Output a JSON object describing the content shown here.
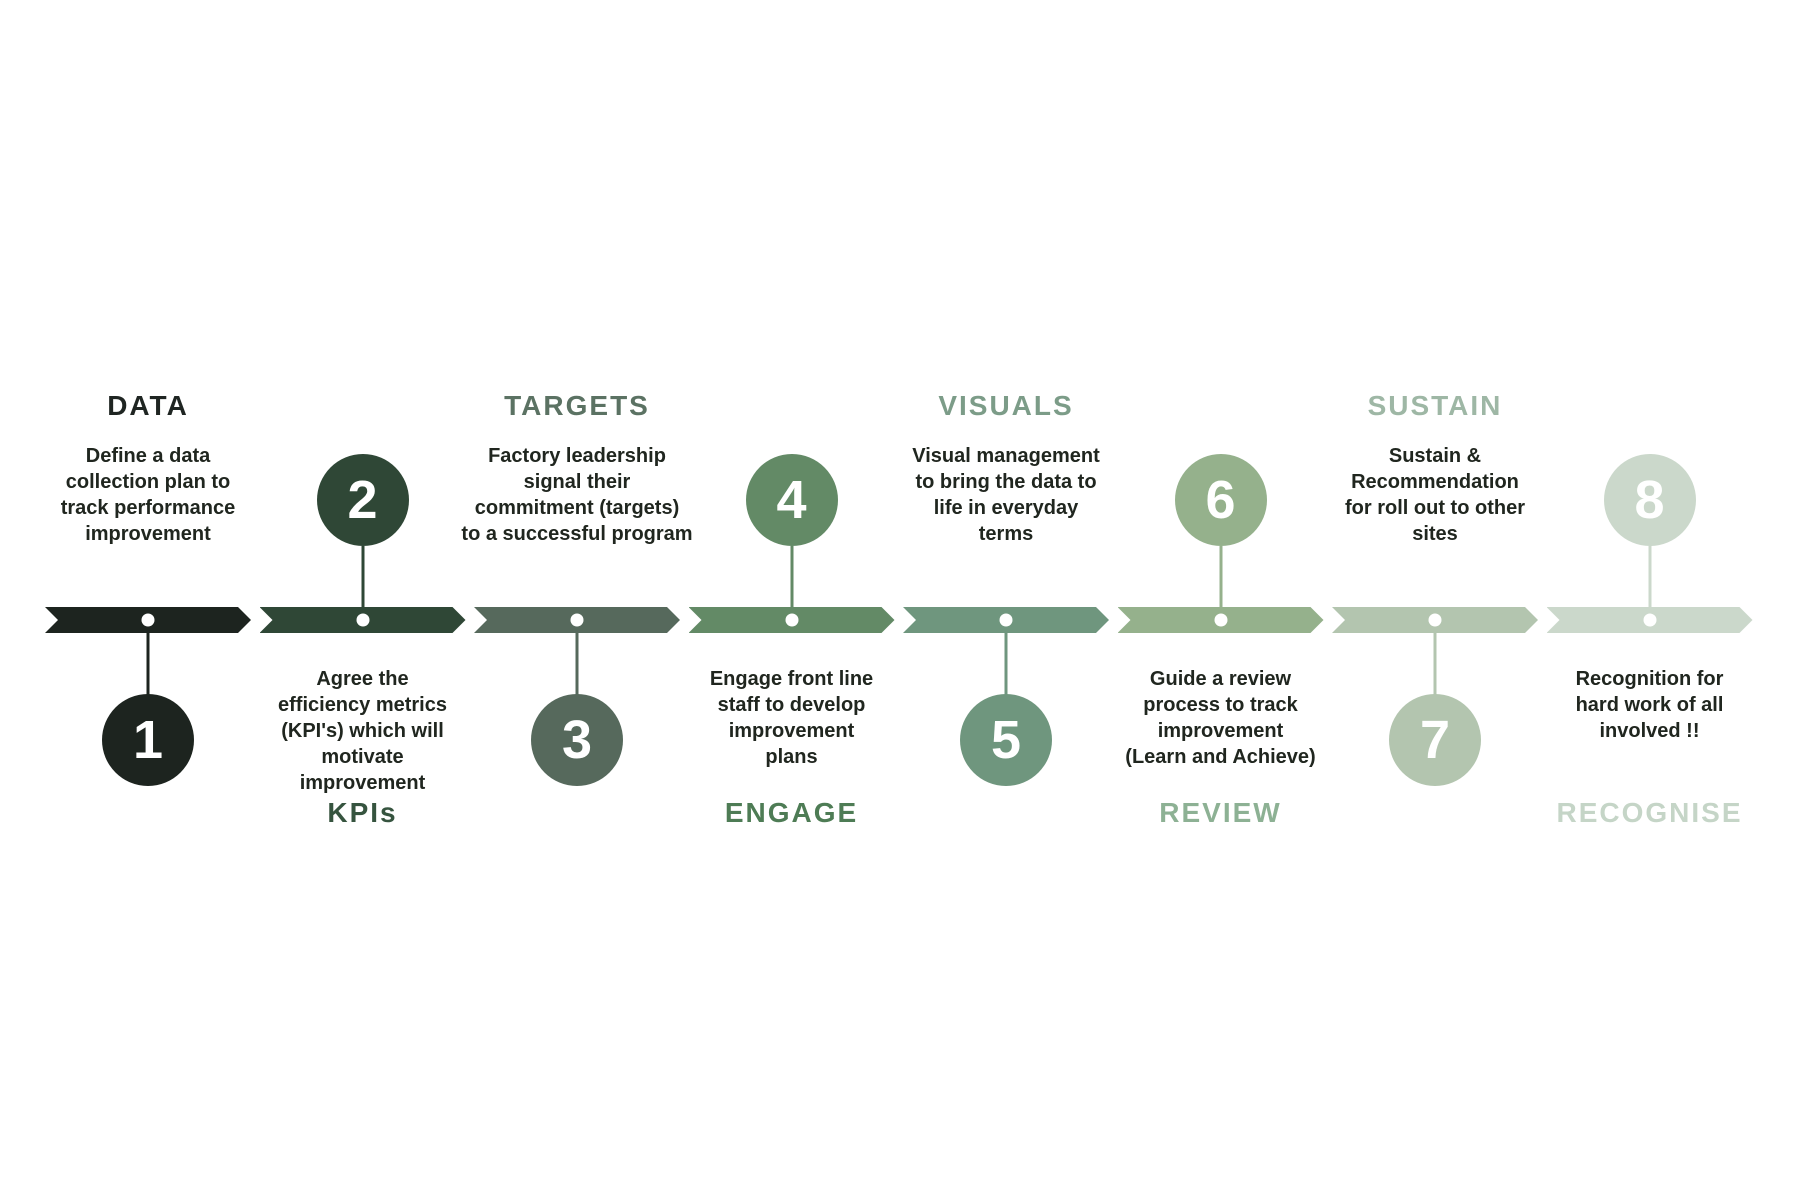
{
  "diagram": {
    "background_color": "#ffffff",
    "band_dot_color": "#ffffff",
    "number_text_color": "#ffffff",
    "description_text_color": "#20261f",
    "steps": [
      {
        "number": "1",
        "title": "DATA",
        "title_position": "top",
        "description_lines": [
          "Define a data",
          "collection plan to",
          "track performance",
          "improvement"
        ],
        "color": "#1d241f",
        "title_color": "#1f2522"
      },
      {
        "number": "2",
        "title": "KPIs",
        "title_position": "bottom",
        "description_lines": [
          "Agree the",
          "efficiency metrics",
          "(KPI's) which will",
          "motivate",
          "improvement"
        ],
        "color": "#2f4736",
        "title_color": "#36543f"
      },
      {
        "number": "3",
        "title": "TARGETS",
        "title_position": "top",
        "description_lines": [
          "Factory leadership",
          "signal their",
          "commitment (targets)",
          "to a successful program"
        ],
        "color": "#56695c",
        "title_color": "#5b7263"
      },
      {
        "number": "4",
        "title": "ENGAGE",
        "title_position": "bottom",
        "description_lines": [
          "Engage front line",
          "staff to develop",
          "improvement",
          "plans"
        ],
        "color": "#638a66",
        "title_color": "#4e7c55"
      },
      {
        "number": "5",
        "title": "VISUALS",
        "title_position": "top",
        "description_lines": [
          "Visual management",
          "to bring the data to",
          "life in everyday",
          "terms"
        ],
        "color": "#6f967e",
        "title_color": "#7c9c88"
      },
      {
        "number": "6",
        "title": "REVIEW",
        "title_position": "bottom",
        "description_lines": [
          "Guide a review",
          "process to track",
          "improvement",
          "(Learn and Achieve)"
        ],
        "color": "#95b18c",
        "title_color": "#8db194"
      },
      {
        "number": "7",
        "title": "SUSTAIN",
        "title_position": "top",
        "description_lines": [
          "Sustain &",
          "Recommendation",
          "for roll out to other",
          "sites"
        ],
        "color": "#b3c5af",
        "title_color": "#9eb7a5"
      },
      {
        "number": "8",
        "title": "RECOGNISE",
        "title_position": "bottom",
        "description_lines": [
          "Recognition for",
          "hard work of all",
          "involved !!"
        ],
        "color": "#cbd8cb",
        "title_color": "#c5d5c7"
      }
    ]
  }
}
